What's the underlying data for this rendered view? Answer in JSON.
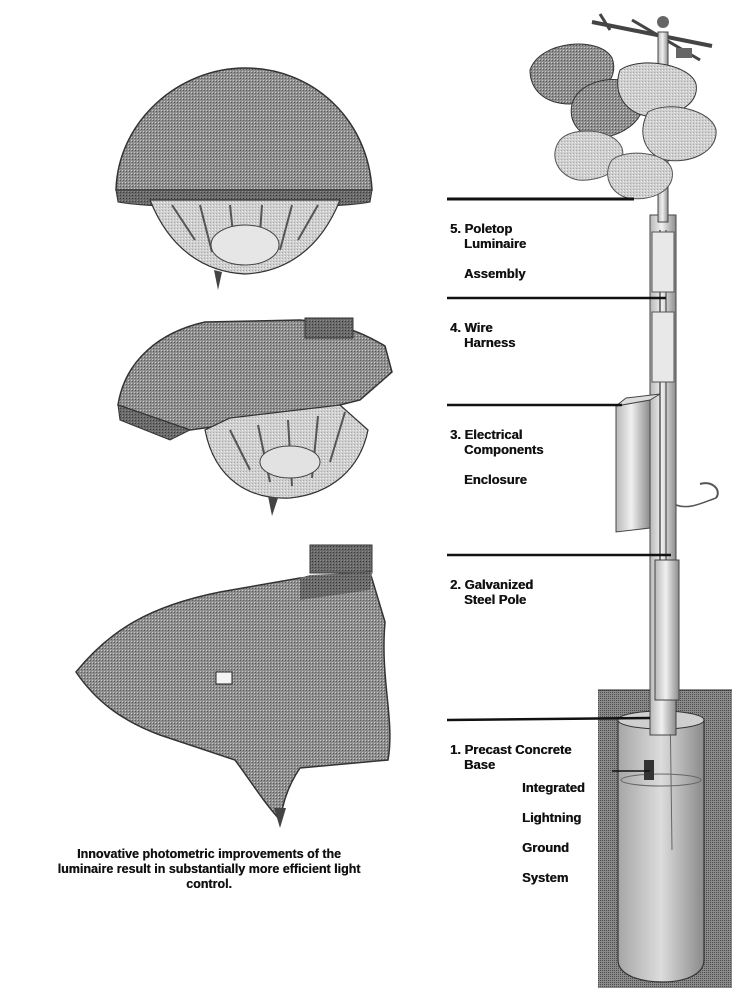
{
  "diagram": {
    "components": [
      {
        "number": "5.",
        "text": "Poletop",
        "text2": "Luminaire",
        "text3": "Assembly"
      },
      {
        "number": "4.",
        "text": "Wire",
        "text2": "Harness"
      },
      {
        "number": "3.",
        "text": "Electrical",
        "text2": "Components",
        "text3": "Enclosure"
      },
      {
        "number": "2.",
        "text": "Galvanized",
        "text2": "Steel Pole"
      },
      {
        "number": "1.",
        "text": "Precast Concrete",
        "text2": "Base"
      }
    ],
    "ground_label": [
      "Integrated",
      "Lightning",
      "Ground",
      "System"
    ],
    "caption": "Innovative photometric improvements of the luminaire result in substantially more efficient light control.",
    "colors": {
      "ink": "#111111",
      "metal": "#9a9a9a",
      "metal_dark": "#5e5e5e",
      "metal_light": "#d6d6d6",
      "ground": "#7a7a7a"
    }
  }
}
